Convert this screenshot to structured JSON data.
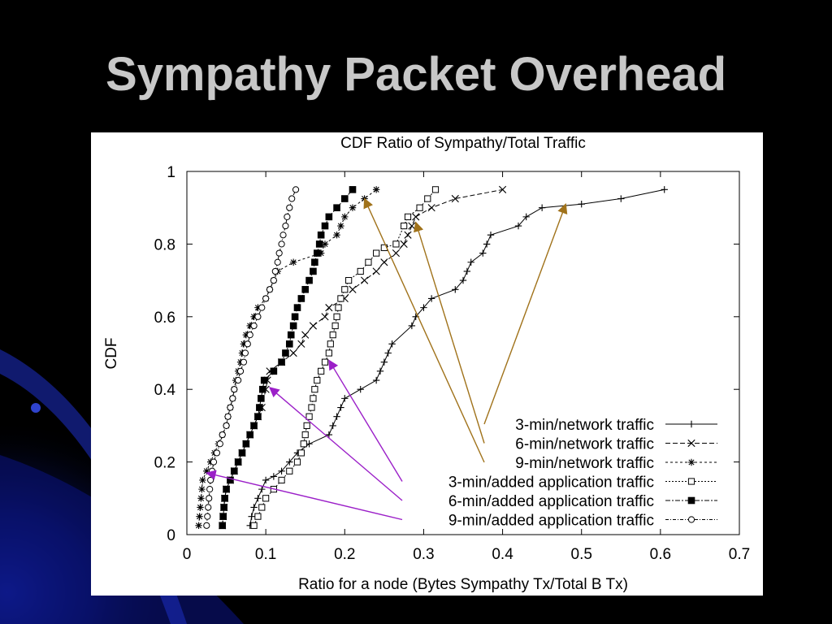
{
  "slide": {
    "title": "Sympathy Packet Overhead"
  },
  "colors": {
    "background": "#000000",
    "accent_blue": "#0a1a8a",
    "title_text": "#c8c8c8",
    "arrow_network": "#a0721a",
    "arrow_application": "#9b1fc8"
  },
  "chart_data": {
    "type": "line",
    "title": "CDF Ratio of Sympathy/Total Traffic",
    "xlabel": "Ratio for a node (Bytes Sympathy Tx/Total B Tx)",
    "ylabel": "CDF",
    "xlim": [
      0,
      0.7
    ],
    "ylim": [
      0,
      1
    ],
    "xticks": [
      "0",
      "0.1",
      "0.2",
      "0.3",
      "0.4",
      "0.5",
      "0.6",
      "0.7"
    ],
    "yticks": [
      "0",
      "0.2",
      "0.4",
      "0.6",
      "0.8",
      "1"
    ],
    "grid": false,
    "legend_position": "bottom-right",
    "series": [
      {
        "name": "3-min/network traffic",
        "marker": "plus",
        "dash": "",
        "points": [
          [
            0.08,
            0.025
          ],
          [
            0.082,
            0.05
          ],
          [
            0.085,
            0.075
          ],
          [
            0.09,
            0.1
          ],
          [
            0.095,
            0.125
          ],
          [
            0.1,
            0.15
          ],
          [
            0.11,
            0.16
          ],
          [
            0.12,
            0.175
          ],
          [
            0.13,
            0.2
          ],
          [
            0.14,
            0.225
          ],
          [
            0.155,
            0.25
          ],
          [
            0.18,
            0.275
          ],
          [
            0.185,
            0.3
          ],
          [
            0.19,
            0.325
          ],
          [
            0.195,
            0.35
          ],
          [
            0.2,
            0.375
          ],
          [
            0.22,
            0.4
          ],
          [
            0.24,
            0.425
          ],
          [
            0.245,
            0.45
          ],
          [
            0.25,
            0.475
          ],
          [
            0.255,
            0.5
          ],
          [
            0.26,
            0.525
          ],
          [
            0.285,
            0.575
          ],
          [
            0.29,
            0.6
          ],
          [
            0.3,
            0.625
          ],
          [
            0.31,
            0.65
          ],
          [
            0.34,
            0.675
          ],
          [
            0.35,
            0.7
          ],
          [
            0.355,
            0.725
          ],
          [
            0.36,
            0.75
          ],
          [
            0.375,
            0.775
          ],
          [
            0.38,
            0.8
          ],
          [
            0.385,
            0.825
          ],
          [
            0.42,
            0.85
          ],
          [
            0.43,
            0.875
          ],
          [
            0.45,
            0.9
          ],
          [
            0.5,
            0.91
          ],
          [
            0.55,
            0.925
          ],
          [
            0.605,
            0.95
          ]
        ]
      },
      {
        "name": "6-min/network traffic",
        "marker": "x",
        "dash": "6,3",
        "points": [
          [
            0.045,
            0.025
          ],
          [
            0.046,
            0.05
          ],
          [
            0.047,
            0.075
          ],
          [
            0.048,
            0.1
          ],
          [
            0.05,
            0.125
          ],
          [
            0.055,
            0.15
          ],
          [
            0.06,
            0.175
          ],
          [
            0.065,
            0.2
          ],
          [
            0.07,
            0.225
          ],
          [
            0.075,
            0.25
          ],
          [
            0.08,
            0.275
          ],
          [
            0.085,
            0.3
          ],
          [
            0.09,
            0.325
          ],
          [
            0.095,
            0.35
          ],
          [
            0.1,
            0.4
          ],
          [
            0.102,
            0.425
          ],
          [
            0.105,
            0.45
          ],
          [
            0.12,
            0.475
          ],
          [
            0.135,
            0.5
          ],
          [
            0.145,
            0.525
          ],
          [
            0.15,
            0.55
          ],
          [
            0.16,
            0.575
          ],
          [
            0.175,
            0.6
          ],
          [
            0.18,
            0.625
          ],
          [
            0.2,
            0.65
          ],
          [
            0.21,
            0.675
          ],
          [
            0.225,
            0.7
          ],
          [
            0.24,
            0.725
          ],
          [
            0.25,
            0.75
          ],
          [
            0.265,
            0.775
          ],
          [
            0.275,
            0.8
          ],
          [
            0.28,
            0.825
          ],
          [
            0.285,
            0.85
          ],
          [
            0.29,
            0.875
          ],
          [
            0.31,
            0.9
          ],
          [
            0.34,
            0.925
          ],
          [
            0.4,
            0.95
          ]
        ]
      },
      {
        "name": "9-min/network traffic",
        "marker": "star",
        "dash": "3,3",
        "points": [
          [
            0.015,
            0.025
          ],
          [
            0.016,
            0.05
          ],
          [
            0.017,
            0.075
          ],
          [
            0.018,
            0.1
          ],
          [
            0.019,
            0.125
          ],
          [
            0.02,
            0.15
          ],
          [
            0.025,
            0.175
          ],
          [
            0.03,
            0.2
          ],
          [
            0.035,
            0.225
          ],
          [
            0.04,
            0.25
          ],
          [
            0.045,
            0.275
          ],
          [
            0.05,
            0.3
          ],
          [
            0.052,
            0.325
          ],
          [
            0.055,
            0.35
          ],
          [
            0.058,
            0.375
          ],
          [
            0.06,
            0.4
          ],
          [
            0.062,
            0.425
          ],
          [
            0.065,
            0.45
          ],
          [
            0.068,
            0.475
          ],
          [
            0.07,
            0.5
          ],
          [
            0.072,
            0.525
          ],
          [
            0.075,
            0.55
          ],
          [
            0.08,
            0.575
          ],
          [
            0.085,
            0.6
          ],
          [
            0.09,
            0.625
          ],
          [
            0.1,
            0.65
          ],
          [
            0.105,
            0.675
          ],
          [
            0.11,
            0.7
          ],
          [
            0.115,
            0.725
          ],
          [
            0.135,
            0.75
          ],
          [
            0.17,
            0.775
          ],
          [
            0.175,
            0.8
          ],
          [
            0.19,
            0.825
          ],
          [
            0.195,
            0.85
          ],
          [
            0.2,
            0.875
          ],
          [
            0.21,
            0.9
          ],
          [
            0.225,
            0.925
          ],
          [
            0.24,
            0.95
          ]
        ]
      },
      {
        "name": "3-min/added application traffic",
        "marker": "square-open",
        "dash": "2,2",
        "points": [
          [
            0.085,
            0.025
          ],
          [
            0.09,
            0.05
          ],
          [
            0.095,
            0.075
          ],
          [
            0.1,
            0.1
          ],
          [
            0.11,
            0.125
          ],
          [
            0.12,
            0.15
          ],
          [
            0.13,
            0.175
          ],
          [
            0.14,
            0.2
          ],
          [
            0.145,
            0.225
          ],
          [
            0.148,
            0.25
          ],
          [
            0.15,
            0.275
          ],
          [
            0.152,
            0.3
          ],
          [
            0.155,
            0.325
          ],
          [
            0.158,
            0.35
          ],
          [
            0.16,
            0.375
          ],
          [
            0.162,
            0.4
          ],
          [
            0.165,
            0.425
          ],
          [
            0.17,
            0.45
          ],
          [
            0.175,
            0.475
          ],
          [
            0.18,
            0.5
          ],
          [
            0.182,
            0.525
          ],
          [
            0.185,
            0.55
          ],
          [
            0.188,
            0.575
          ],
          [
            0.19,
            0.6
          ],
          [
            0.192,
            0.625
          ],
          [
            0.195,
            0.65
          ],
          [
            0.2,
            0.675
          ],
          [
            0.205,
            0.7
          ],
          [
            0.22,
            0.725
          ],
          [
            0.23,
            0.75
          ],
          [
            0.24,
            0.775
          ],
          [
            0.25,
            0.79
          ],
          [
            0.265,
            0.8
          ],
          [
            0.275,
            0.85
          ],
          [
            0.28,
            0.875
          ],
          [
            0.295,
            0.9
          ],
          [
            0.305,
            0.925
          ],
          [
            0.315,
            0.95
          ]
        ]
      },
      {
        "name": "6-min/added application traffic",
        "marker": "square-filled",
        "dash": "6,2,2,2",
        "points": [
          [
            0.045,
            0.025
          ],
          [
            0.046,
            0.05
          ],
          [
            0.047,
            0.075
          ],
          [
            0.048,
            0.1
          ],
          [
            0.05,
            0.125
          ],
          [
            0.055,
            0.15
          ],
          [
            0.06,
            0.175
          ],
          [
            0.065,
            0.2
          ],
          [
            0.07,
            0.225
          ],
          [
            0.075,
            0.25
          ],
          [
            0.08,
            0.275
          ],
          [
            0.085,
            0.3
          ],
          [
            0.09,
            0.325
          ],
          [
            0.092,
            0.35
          ],
          [
            0.094,
            0.375
          ],
          [
            0.096,
            0.4
          ],
          [
            0.098,
            0.425
          ],
          [
            0.11,
            0.45
          ],
          [
            0.12,
            0.475
          ],
          [
            0.125,
            0.5
          ],
          [
            0.13,
            0.525
          ],
          [
            0.132,
            0.55
          ],
          [
            0.135,
            0.575
          ],
          [
            0.137,
            0.6
          ],
          [
            0.14,
            0.625
          ],
          [
            0.145,
            0.65
          ],
          [
            0.15,
            0.675
          ],
          [
            0.155,
            0.7
          ],
          [
            0.16,
            0.725
          ],
          [
            0.162,
            0.75
          ],
          [
            0.165,
            0.775
          ],
          [
            0.168,
            0.8
          ],
          [
            0.17,
            0.825
          ],
          [
            0.175,
            0.85
          ],
          [
            0.18,
            0.875
          ],
          [
            0.19,
            0.9
          ],
          [
            0.2,
            0.925
          ],
          [
            0.21,
            0.95
          ]
        ]
      },
      {
        "name": "9-min/added application traffic",
        "marker": "circle-open",
        "dash": "4,2,1,2",
        "points": [
          [
            0.025,
            0.025
          ],
          [
            0.026,
            0.05
          ],
          [
            0.027,
            0.075
          ],
          [
            0.028,
            0.1
          ],
          [
            0.029,
            0.125
          ],
          [
            0.03,
            0.15
          ],
          [
            0.032,
            0.175
          ],
          [
            0.034,
            0.2
          ],
          [
            0.038,
            0.225
          ],
          [
            0.042,
            0.25
          ],
          [
            0.045,
            0.275
          ],
          [
            0.05,
            0.3
          ],
          [
            0.052,
            0.325
          ],
          [
            0.055,
            0.35
          ],
          [
            0.058,
            0.375
          ],
          [
            0.06,
            0.4
          ],
          [
            0.065,
            0.425
          ],
          [
            0.068,
            0.45
          ],
          [
            0.072,
            0.475
          ],
          [
            0.074,
            0.5
          ],
          [
            0.077,
            0.525
          ],
          [
            0.08,
            0.55
          ],
          [
            0.085,
            0.575
          ],
          [
            0.09,
            0.6
          ],
          [
            0.095,
            0.625
          ],
          [
            0.1,
            0.65
          ],
          [
            0.105,
            0.675
          ],
          [
            0.11,
            0.7
          ],
          [
            0.112,
            0.725
          ],
          [
            0.115,
            0.75
          ],
          [
            0.117,
            0.775
          ],
          [
            0.12,
            0.8
          ],
          [
            0.122,
            0.825
          ],
          [
            0.125,
            0.85
          ],
          [
            0.127,
            0.875
          ],
          [
            0.13,
            0.9
          ],
          [
            0.133,
            0.925
          ],
          [
            0.138,
            0.95
          ]
        ]
      }
    ],
    "annotations": [
      {
        "text_ref": "3-min/network traffic",
        "group": "network",
        "targets": [
          [
            0.48,
            0.91
          ]
        ]
      },
      {
        "text_ref": "6-min/network traffic",
        "group": "network",
        "targets": [
          [
            0.29,
            0.86
          ]
        ]
      },
      {
        "text_ref": "9-min/network traffic",
        "group": "network",
        "targets": [
          [
            0.225,
            0.925
          ]
        ]
      },
      {
        "text_ref": "3-min/added application traffic",
        "group": "application",
        "targets": [
          [
            0.18,
            0.48
          ]
        ]
      },
      {
        "text_ref": "6-min/added application traffic",
        "group": "application",
        "targets": [
          [
            0.105,
            0.405
          ]
        ]
      },
      {
        "text_ref": "9-min/added application traffic",
        "group": "application",
        "targets": [
          [
            0.025,
            0.17
          ]
        ]
      }
    ]
  }
}
